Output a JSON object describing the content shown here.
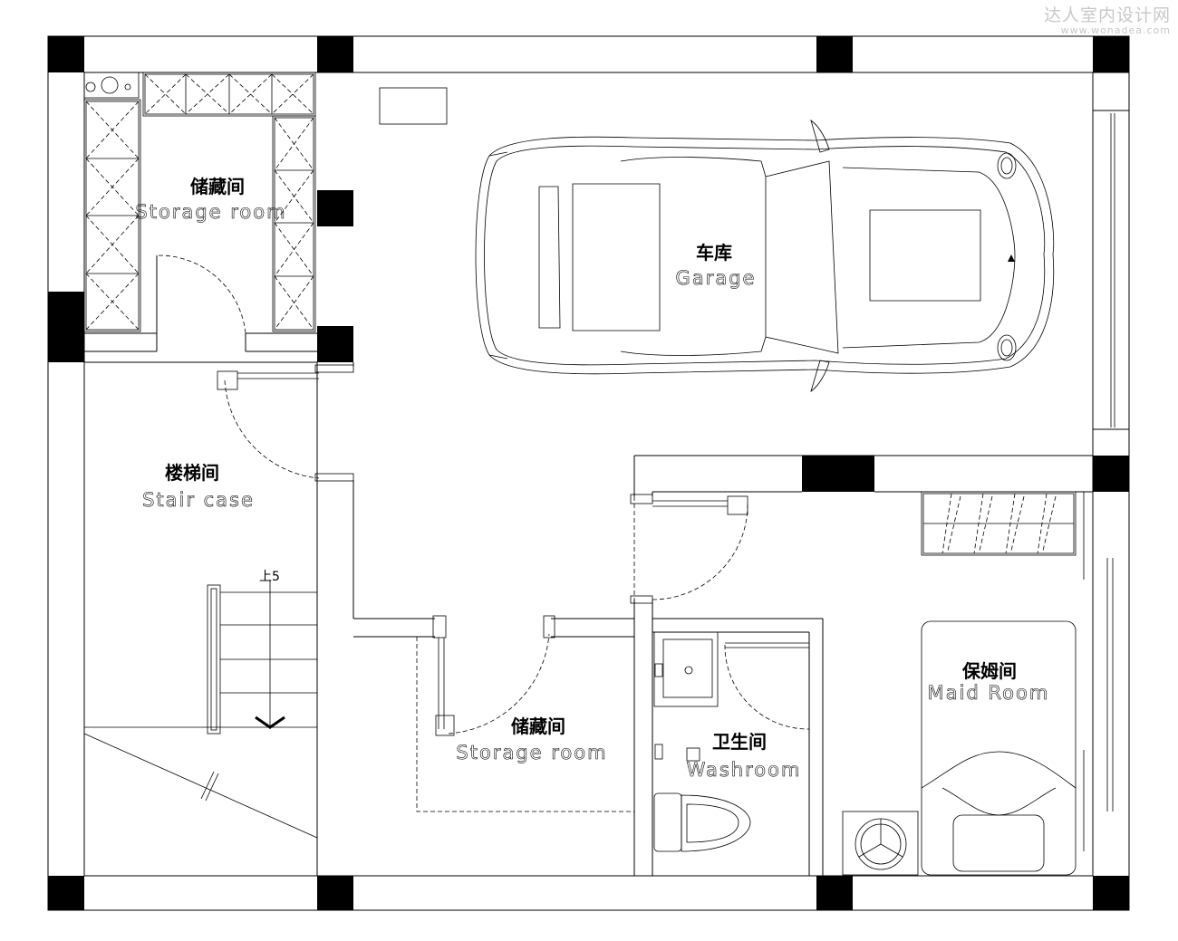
{
  "watermark": {
    "site_cn": "达人室内设计网",
    "url": "www.wonadea.com"
  },
  "rooms": {
    "storage_top": {
      "cn": "储藏间",
      "en": "Storage room"
    },
    "garage": {
      "cn": "车库",
      "en": "Garage"
    },
    "stair": {
      "cn": "楼梯间",
      "en": "Stair case"
    },
    "storage_bottom": {
      "cn": "储藏间",
      "en": "Storage room"
    },
    "washroom": {
      "cn": "卫生间",
      "en": "Washroom"
    },
    "maid": {
      "cn": "保姆间",
      "en": "Maid Room"
    }
  },
  "stair_note": "上5"
}
